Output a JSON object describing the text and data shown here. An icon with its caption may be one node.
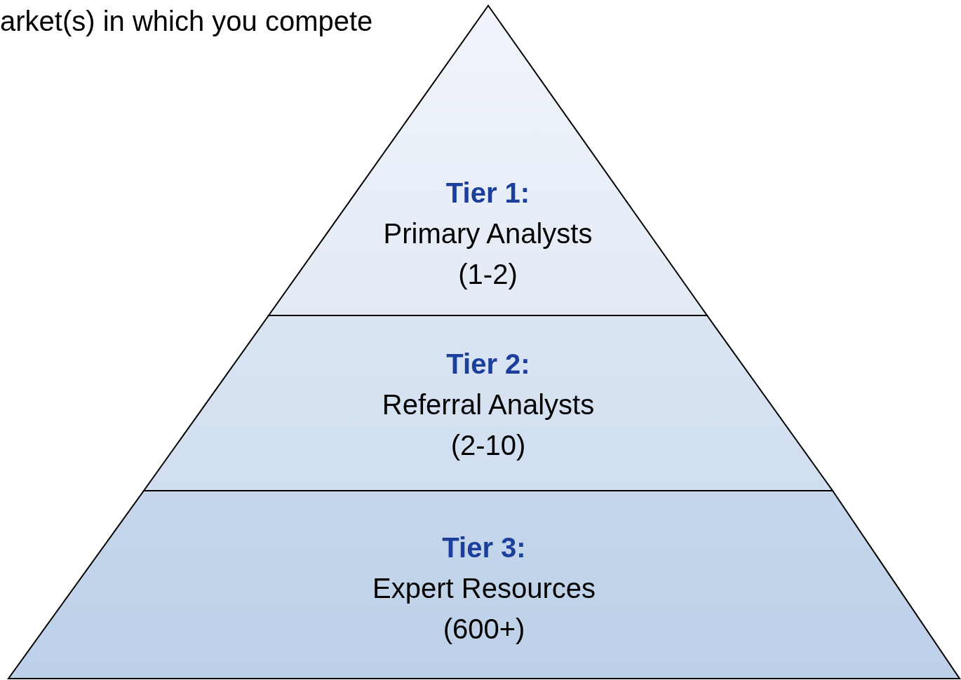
{
  "diagram": {
    "nodes": [
      {
        "text": [
          "Tier 1:",
          "Primary Analysts (1-2)"
        ]
      },
      {
        "text": [
          "Tier 2:",
          "Referral Analysts (2-10)"
        ]
      },
      {
        "text": [
          "Tier 3:",
          "Expert Resources (600+)"
        ]
      }
    ],
    "labels": [
      "arket(s) in which you compete"
    ]
  }
}
